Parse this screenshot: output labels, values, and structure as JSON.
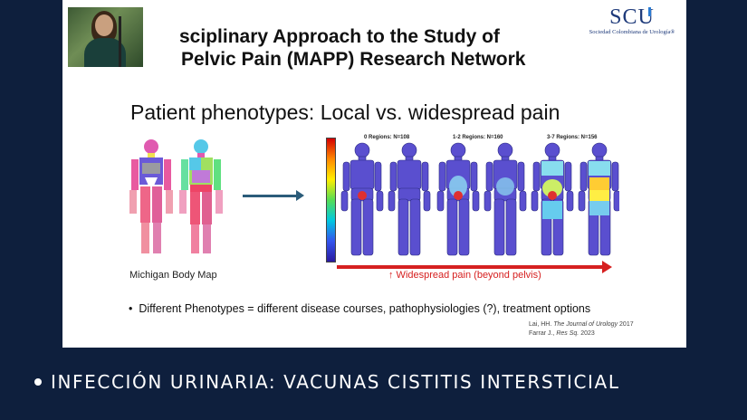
{
  "slide": {
    "title_line1": "sciplinary Approach to the Study of",
    "title_line2": "Pelvic Pain (MAPP) Research Network",
    "subtitle": "Patient phenotypes: Local vs. widespread pain",
    "michigan_caption": "Michigan Body Map",
    "group_labels": [
      "0 Regions: N=108",
      "1-2 Regions: N=160",
      "3-7 Regions: N=156"
    ],
    "widespread_label": "↑ Widespread pain (beyond pelvis)",
    "bullet_text": "Different Phenotypes = different disease courses, pathophysiologies (?), treatment options",
    "reference_line1_author": "Lai, HH.",
    "reference_line1_journal": "The Journal of Urology",
    "reference_line1_year": "2017",
    "reference_line2_author": "Farrar J.,",
    "reference_line2_journal": "Res Sq.",
    "reference_line2_year": "2023"
  },
  "logo": {
    "name": "SCU",
    "full_name": "Sociedad Colombiana de Urología®"
  },
  "caption": {
    "text": "INFECCIÓN URINARIA: VACUNAS CISTITIS INTERSTICIAL"
  },
  "colors": {
    "background": "#0e1f3d",
    "accent_red": "#d62020",
    "body_purple": "#5a4fcf"
  }
}
